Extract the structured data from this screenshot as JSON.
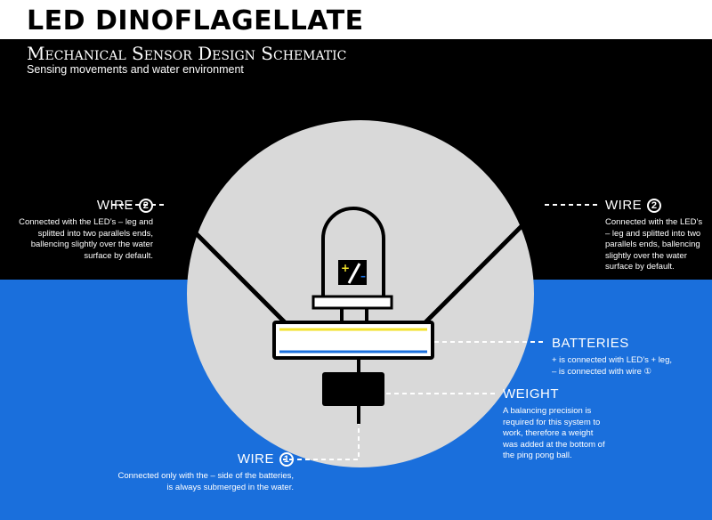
{
  "header": {
    "title": "LED DINOFLAGELLATE",
    "subtitle": "Mechanical Sensor Design Schematic",
    "tagline": "Sensing movements and water environment"
  },
  "led": {
    "plus": "+",
    "minus": "–"
  },
  "labels": {
    "wire2_left": {
      "name": "WIRE",
      "number": "2",
      "description": "Connected with the LED’s – leg and splitted into two parallels ends, ballencing slightly over the water surface by default."
    },
    "wire2_right": {
      "name": "WIRE",
      "number": "2",
      "description": "Connected with the LED’s – leg and splitted into two parallels ends, ballencing slightly over the water surface by default."
    },
    "batteries": {
      "name": "BATTERIES",
      "line1": "+ is connected with LED’s + leg,",
      "line2": "– is connected with wire ①"
    },
    "weight": {
      "name": "WEIGHT",
      "description": "A balancing precision is required for this system to work, therefore a weight was added at the bottom of the ping pong ball."
    },
    "wire1": {
      "name": "WIRE",
      "number": "1",
      "description": "Connected only with the – side of the batteries, is always submerged in the water."
    }
  },
  "colors": {
    "sky": "#000000",
    "water": "#1a6fdc",
    "ball": "#d9d9d9",
    "battery_plus": "#f2e22a",
    "battery_minus": "#1a6fdc"
  }
}
